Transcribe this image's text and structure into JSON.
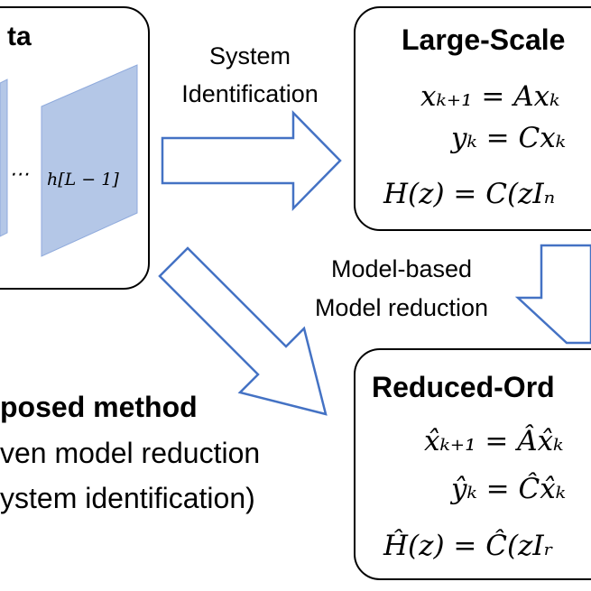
{
  "data_box": {
    "title_fragment": "ta",
    "ellipsis": "⋯",
    "panel_label": "h[L − 1]"
  },
  "system_identification": {
    "line1": "System",
    "line2": "Identification"
  },
  "large_scale": {
    "title": "Large-Scale",
    "eq1": "xₖ₊₁ = Axₖ",
    "eq2": "yₖ = Cxₖ",
    "eq3": "H(z) = C(zIₙ"
  },
  "model_based": {
    "line1": "Model-based",
    "line2": "Model reduction"
  },
  "proposed": {
    "title": "posed method",
    "line2": "ven model reduction",
    "line3": "ystem identification)"
  },
  "reduced_order": {
    "title": "Reduced-Ord",
    "eq1": "x̂ₖ₊₁ = Âx̂ₖ",
    "eq2": "ŷₖ = Ĉx̂ₖ",
    "eq3": "Ĥ(z) = Ĉ(zIᵣ"
  },
  "colors": {
    "panel_fill": "#b4c7e7",
    "panel_stroke": "#8faadc",
    "arrow_stroke": "#4472c4",
    "box_stroke": "#000000"
  }
}
